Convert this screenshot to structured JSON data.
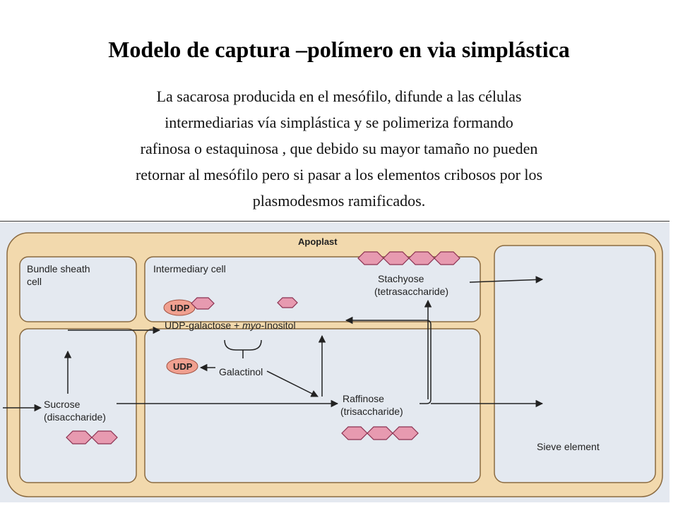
{
  "title": "Modelo de captura –polímero en via simplástica",
  "description": [
    "La sacarosa producida en el mesófilo, difunde a las células",
    "intermediarias vía simplástica y se polimeriza formando",
    "rafinosa o estaquinosa , que debido  su mayor tamaño no pueden",
    "retornar al mesófilo pero si pasar a los elementos cribosos por los",
    "plasmodesmos ramificados."
  ],
  "diagram": {
    "apoplast": "Apoplast",
    "bundle_sheath": [
      "Bundle sheath",
      "cell"
    ],
    "intermediary_cell": "Intermediary cell",
    "sieve_element": "Sieve element",
    "stachyose": [
      "Stachyose",
      "(tetrasaccharide)"
    ],
    "udp_galactose": "UDP-galactose + ",
    "myo": "myo",
    "inositol": "-Inositol",
    "galactinol": "Galactinol",
    "raffinose": [
      "Raffinose",
      "(trisaccharide)"
    ],
    "sucrose": [
      "Sucrose",
      "(disaccharide)"
    ],
    "udp_1": "UDP",
    "udp_2": "UDP"
  },
  "colors": {
    "wall_fill": "#f2d9ad",
    "wall_stroke": "#8a6a40",
    "cell_bg": "#e4e9f0",
    "sugar_fill": "#e79ab0",
    "sugar_stroke": "#8a3050",
    "udp_fill": "#f0a090",
    "arrow": "#222222"
  }
}
